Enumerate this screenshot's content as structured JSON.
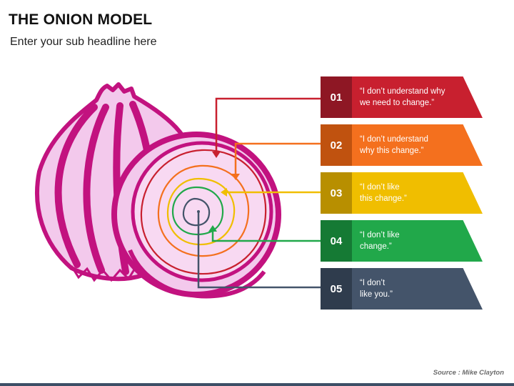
{
  "header": {
    "title": "THE ONION MODEL",
    "subtitle": "Enter your sub headline here"
  },
  "layers": [
    {
      "number": "01",
      "text": "“I don’t understand why\nwe need to change.”",
      "color": "#c8202f",
      "dark": "#8e1724"
    },
    {
      "number": "02",
      "text": "“I don’t understand\nwhy this change.”",
      "color": "#f4701e",
      "dark": "#c0520f"
    },
    {
      "number": "03",
      "text": "“I don’t like\nthis change.”",
      "color": "#f0be00",
      "dark": "#b88f00"
    },
    {
      "number": "04",
      "text": "“I don’t like\nchange.”",
      "color": "#21a84a",
      "dark": "#157a34"
    },
    {
      "number": "05",
      "text": "“I don’t\nlike you.”",
      "color": "#44546a",
      "dark": "#2f3c4d"
    }
  ],
  "onion": {
    "outline": "#c2127f",
    "fill": "#f3c9ec"
  },
  "footer": {
    "source": "Source :  Mike Clayton"
  }
}
